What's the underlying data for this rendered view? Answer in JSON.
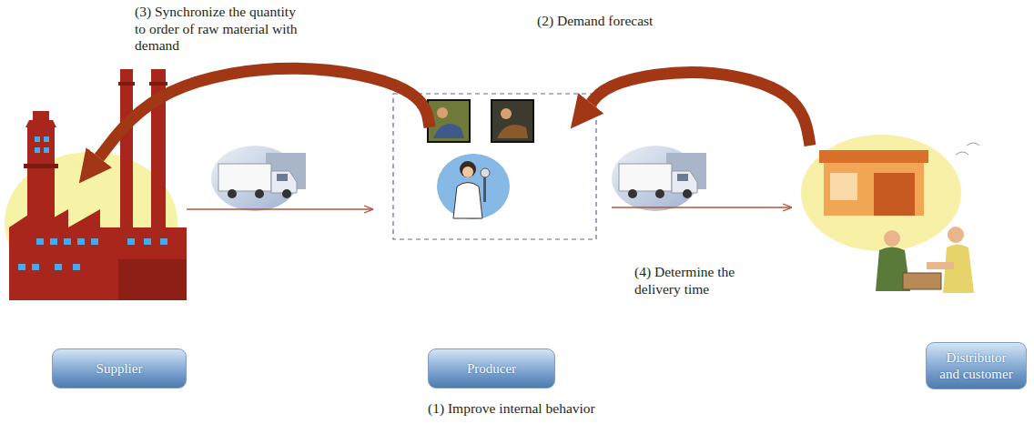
{
  "diagram": {
    "nodes": [
      {
        "text": [
          "Supplier"
        ]
      },
      {
        "text": [
          "Producer"
        ]
      },
      {
        "text": [
          "Distributor and customer"
        ]
      }
    ],
    "edges": [
      {
        "from": 0,
        "to": 1,
        "arrow": "to"
      },
      {
        "from": 1,
        "to": 2,
        "arrow": "to",
        "label": "(4) Determine the delivery time"
      },
      {
        "from": 2,
        "to": 1,
        "arrow": "to",
        "label": "(2) Demand forecast"
      },
      {
        "from": 1,
        "to": 0,
        "arrow": "to",
        "label": "(3) Synchronize the quantity to order of raw material with demand"
      }
    ],
    "labels": [
      "(1) Improve internal behavior"
    ]
  }
}
